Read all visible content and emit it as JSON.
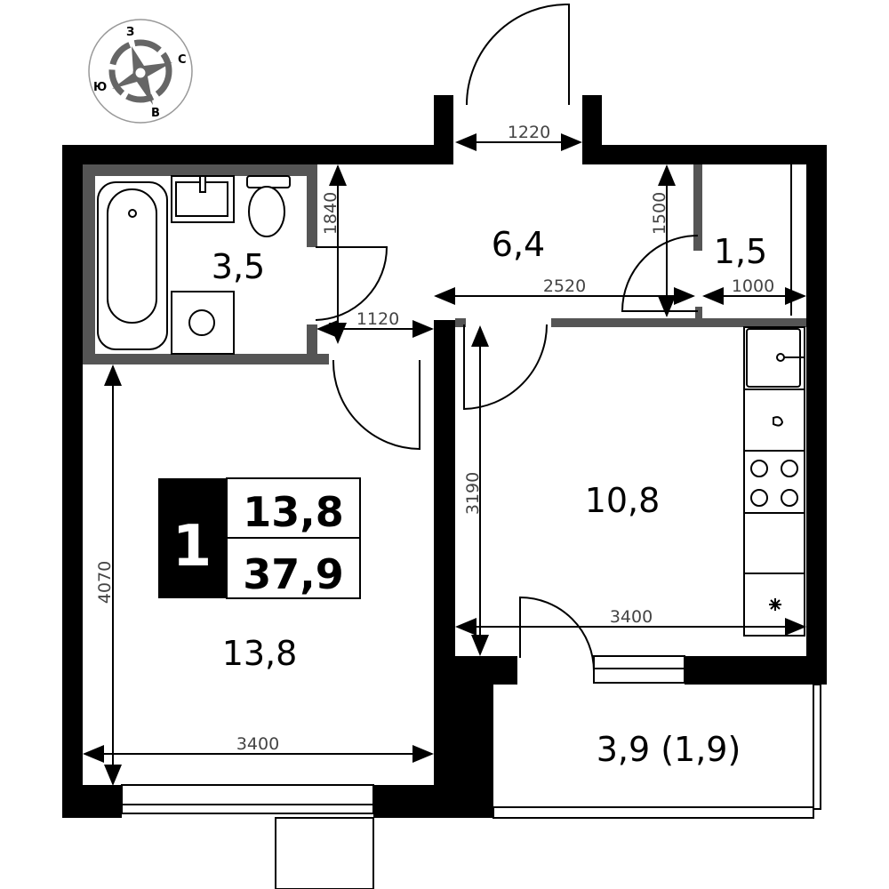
{
  "compass": {
    "north": "С",
    "south": "Ю",
    "west": "З",
    "east": "В"
  },
  "badge": {
    "rooms": "1",
    "living_area": "13,8",
    "total_area": "37,9"
  },
  "rooms": {
    "bathroom": "3,5",
    "hall": "6,4",
    "closet": "1,5",
    "kitchen": "10,8",
    "living": "13,8",
    "balcony": "3,9 (1,9)"
  },
  "dimensions": {
    "entrance": "1220",
    "bath_depth": "1840",
    "hall_width": "2520",
    "closet_depth": "1500",
    "closet_width": "1000",
    "corridor": "1120",
    "living_depth": "4070",
    "living_width": "3400",
    "kitchen_depth": "3190",
    "kitchen_width": "3400"
  },
  "colors": {
    "wall": "#000000",
    "partition": "#555555",
    "compass": "#666666"
  }
}
